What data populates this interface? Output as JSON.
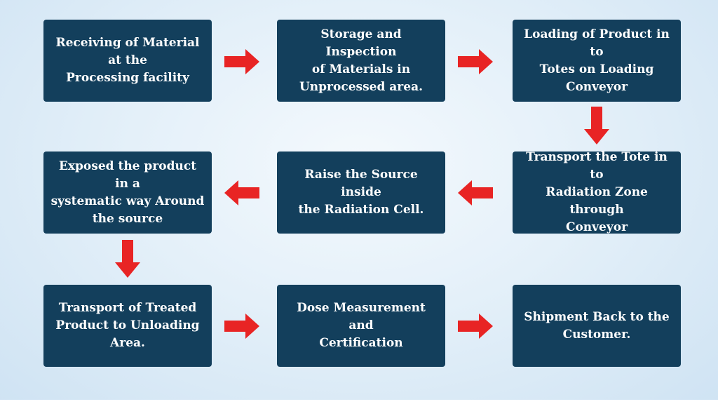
{
  "colors": {
    "box_fill": "#133f5c",
    "box_text": "#ffffff",
    "arrow": "#e82424"
  },
  "steps": [
    {
      "label": "Receiving of Material\nat the\nProcessing facility"
    },
    {
      "label": "Storage and Inspection\nof Materials in\nUnprocessed area."
    },
    {
      "label": "Loading of Product in to\nTotes on Loading\nConveyor"
    },
    {
      "label": "Transport the Tote in to\nRadiation Zone through\nConveyor"
    },
    {
      "label": "Raise the Source inside\nthe Radiation Cell."
    },
    {
      "label": "Exposed the product in a\nsystematic way Around\nthe source"
    },
    {
      "label": "Transport of Treated\nProduct to Unloading\nArea."
    },
    {
      "label": "Dose Measurement and\nCertification"
    },
    {
      "label": "Shipment Back to the\nCustomer."
    }
  ],
  "arrows": [
    "right",
    "right",
    "down",
    "left",
    "left",
    "down",
    "right",
    "right"
  ]
}
